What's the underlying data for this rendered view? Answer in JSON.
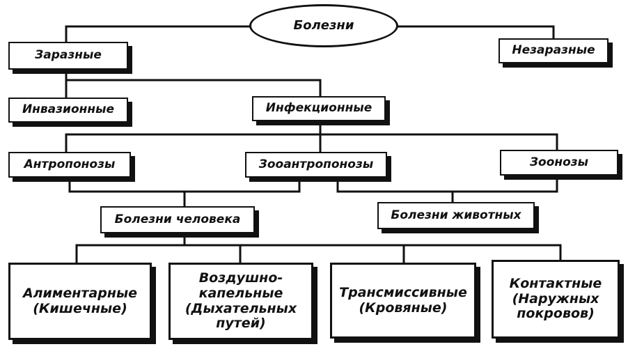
{
  "diagram": {
    "root": "Болезни",
    "contagious": "Заразные",
    "noncontagious": "Незаразные",
    "invasive": "Инвазионные",
    "infectious": "Инфекционные",
    "anthroponoses": "Антропонозы",
    "zooanthroponoses": "Зооантропонозы",
    "zoonoses": "Зоонозы",
    "human_diseases": "Болезни человека",
    "animal_diseases": "Болезни животных",
    "alimentary": "Алиментарные\n(Кишечные)",
    "airborne": "Воздушно-\nкапельные\n(Дыхательных\nпутей)",
    "transmissive": "Трансмиссивные\n(Кровяные)",
    "contact": "Контактные\n(Наружных\nпокровов)"
  },
  "colors": {
    "ink": "#111111",
    "paper": "#ffffff"
  }
}
